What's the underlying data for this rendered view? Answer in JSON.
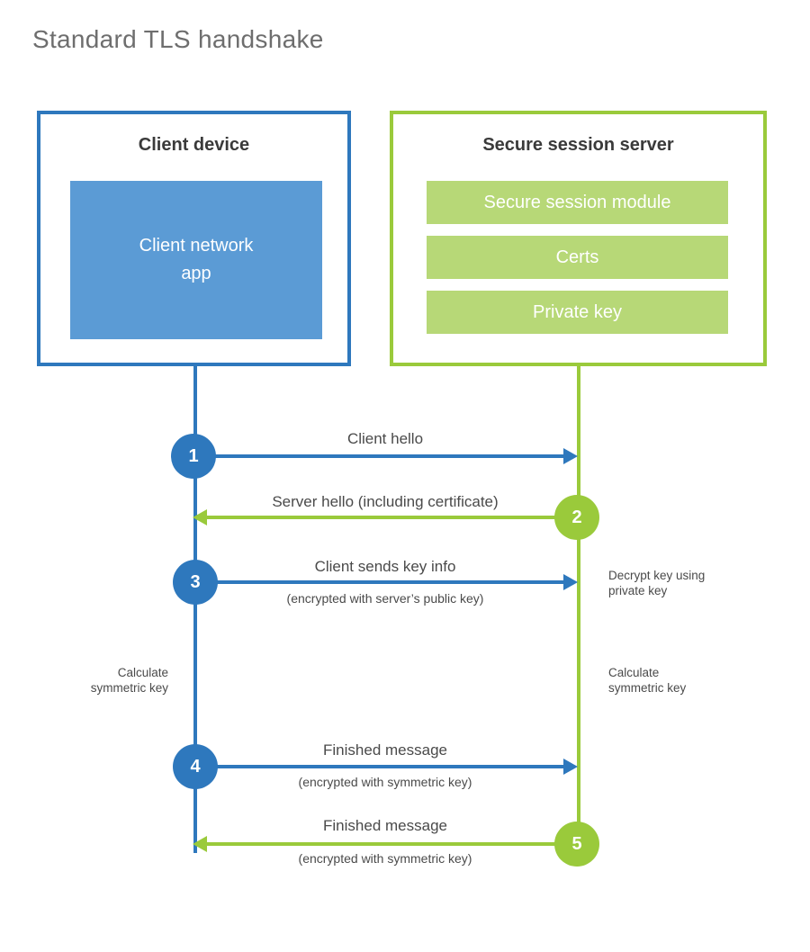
{
  "title": "Standard TLS handshake",
  "colors": {
    "blue": "#2e78bd",
    "light_blue": "#5b9bd5",
    "green": "#9aca3b",
    "light_green": "#b7d877",
    "text_dark": "#3a3a3a",
    "text_gray": "#4a4a4a",
    "title_gray": "#6e6e6e"
  },
  "client_box": {
    "title": "Client device",
    "app": "Client network app"
  },
  "server_box": {
    "title": "Secure session server",
    "modules": [
      "Secure session module",
      "Certs",
      "Private key"
    ]
  },
  "steps": [
    {
      "num": "1",
      "label": "Client hello",
      "sublabel": ""
    },
    {
      "num": "2",
      "label": "Server hello (including certificate)",
      "sublabel": ""
    },
    {
      "num": "3",
      "label": "Client sends key info",
      "sublabel": "(encrypted with server’s public key)"
    },
    {
      "num": "4",
      "label": "Finished message",
      "sublabel": "(encrypted with symmetric key)"
    },
    {
      "num": "5",
      "label": "Finished message",
      "sublabel": "(encrypted with symmetric key)"
    }
  ],
  "notes": {
    "decrypt": "Decrypt key using\nprivate key",
    "calc_left": "Calculate\nsymmetric key",
    "calc_right": "Calculate\nsymmetric key"
  }
}
